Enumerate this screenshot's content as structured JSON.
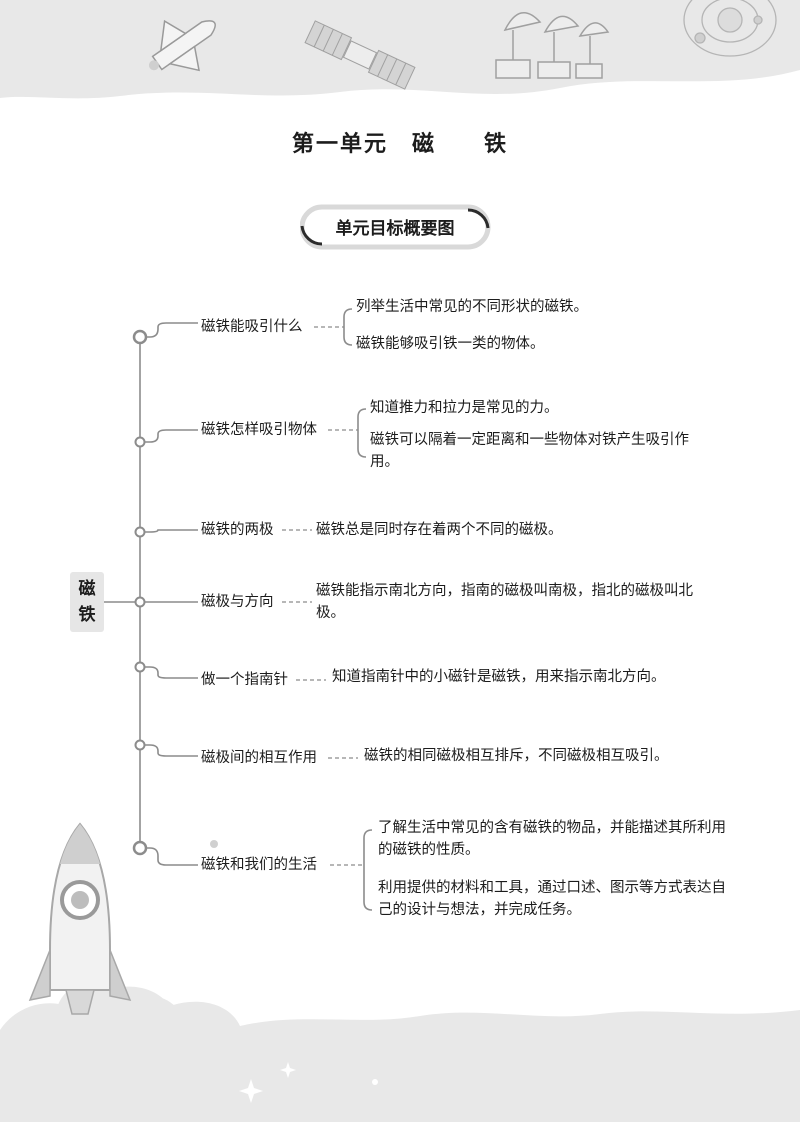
{
  "page": {
    "title": "第一单元　磁　　铁",
    "banner": "单元目标概要图"
  },
  "mindmap": {
    "root": "磁\n铁",
    "branches": [
      {
        "topic": "磁铁能吸引什么",
        "details": [
          "列举生活中常见的不同形状的磁铁。",
          "磁铁能够吸引铁一类的物体。"
        ]
      },
      {
        "topic": "磁铁怎样吸引物体",
        "details": [
          "知道推力和拉力是常见的力。",
          "磁铁可以隔着一定距离和一些物体对铁产生吸引作用。"
        ]
      },
      {
        "topic": "磁铁的两极",
        "details": [
          "磁铁总是同时存在着两个不同的磁极。"
        ]
      },
      {
        "topic": "磁极与方向",
        "details": [
          "磁铁能指示南北方向，指南的磁极叫南极，指北的磁极叫北极。"
        ]
      },
      {
        "topic": "做一个指南针",
        "details": [
          "知道指南针中的小磁针是磁铁，用来指示南北方向。"
        ]
      },
      {
        "topic": "磁极间的相互作用",
        "details": [
          "磁铁的相同磁极相互排斥，不同磁极相互吸引。"
        ]
      },
      {
        "topic": "磁铁和我们的生活",
        "details": [
          "了解生活中常见的含有磁铁的物品，并能描述其所利用的磁铁的性质。",
          "利用提供的材料和工具，通过口述、图示等方式表达自己的设计与想法，并完成任务。"
        ]
      }
    ]
  },
  "decorations": {
    "icons": [
      "space-shuttle-icon",
      "satellite-icon",
      "radar-dish-icon",
      "solar-system-icon",
      "rocket-icon",
      "cloud-icon",
      "star-icon"
    ],
    "colors": {
      "deco_gray": "#d9d9d9",
      "line_gray": "#8c8c8c",
      "root_bg": "#e6e6e6"
    }
  }
}
